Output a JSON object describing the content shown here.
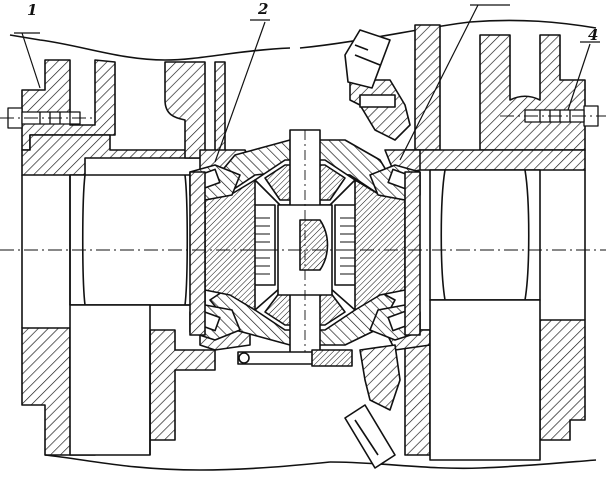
{
  "diagram": {
    "callouts": [
      {
        "id": "1",
        "label": "1"
      },
      {
        "id": "2",
        "label": "2"
      },
      {
        "id": "3",
        "label": ""
      },
      {
        "id": "4",
        "label": "4"
      }
    ]
  },
  "colors": {
    "ink": "#111111",
    "paper": "#ffffff"
  }
}
